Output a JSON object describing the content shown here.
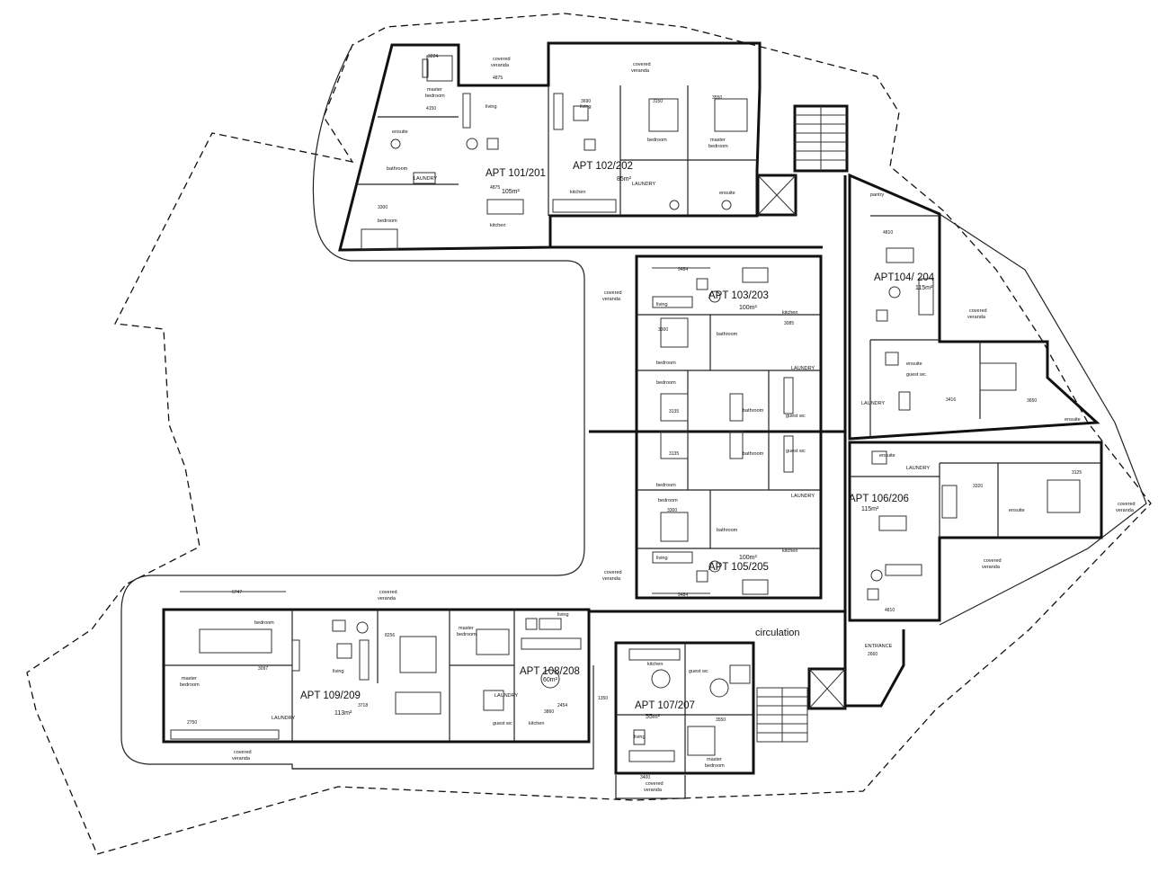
{
  "apartments": [
    {
      "id": "apt-101",
      "name": "APT 101/201",
      "area": "105m²"
    },
    {
      "id": "apt-102",
      "name": "APT 102/202",
      "area": "85m²"
    },
    {
      "id": "apt-103",
      "name": "APT 103/203",
      "area": "100m²"
    },
    {
      "id": "apt-104",
      "name": "APT104/ 204",
      "area": "115m²"
    },
    {
      "id": "apt-105",
      "name": "APT 105/205",
      "area": "100m²"
    },
    {
      "id": "apt-106",
      "name": "APT 106/206",
      "area": "115m²"
    },
    {
      "id": "apt-107",
      "name": "APT 107/207",
      "area": "55m²"
    },
    {
      "id": "apt-108",
      "name": "APT 108/208",
      "area": "60m²"
    },
    {
      "id": "apt-109",
      "name": "APT 109/209",
      "area": "113m²"
    }
  ],
  "labels": {
    "circulation": "circulation",
    "entrance": "ENTRANCE",
    "covered": "covered",
    "veranda": "veranda",
    "living": "living",
    "kitchen": "kitchen",
    "bedroom": "bedroom",
    "master": "master",
    "bathroom": "bathroom",
    "ensuite": "ensuite",
    "laundry": "LAUNDRY",
    "guest_wc": "guest wc",
    "pantry": "pantry"
  },
  "dimensions": {
    "d3224": "3224",
    "d4875": "4875",
    "d4150": "4150",
    "d3300": "3300",
    "d3690": "3690",
    "d3150": "3150",
    "d3550": "3550",
    "d9484": "9484",
    "d4810": "4810",
    "d3416": "3416",
    "d3650": "3650",
    "d3320": "3320",
    "d3125": "3125",
    "d6747": "6747",
    "d8256": "8256",
    "d3718": "3718",
    "d2454": "2454",
    "d3860": "3860",
    "d1350": "1350",
    "d3400": "3400",
    "d2660": "2660",
    "d3085": "3085",
    "d3135": "3135",
    "d2750": "2750",
    "d3097": "3097"
  }
}
